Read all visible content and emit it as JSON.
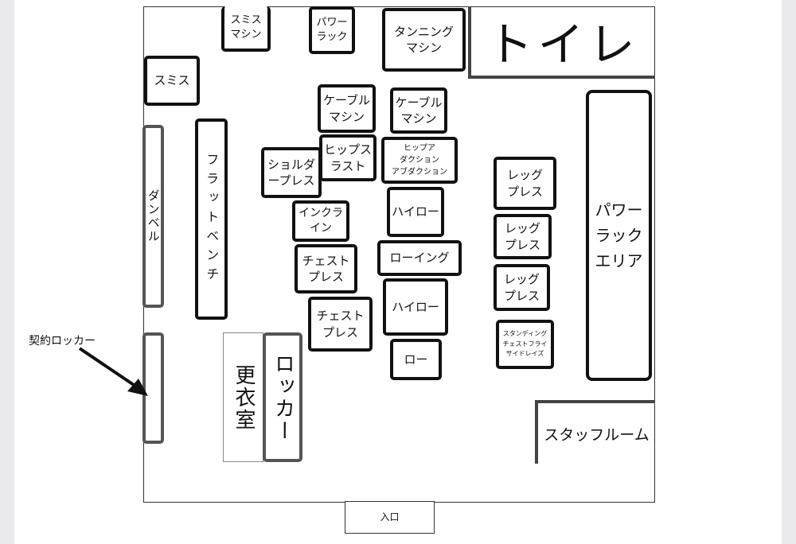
{
  "floor_plan": {
    "rooms": {
      "toilet": "トイレ",
      "staff_room": "スタッフルーム",
      "changing_room": "更衣室",
      "locker": "ロッカー",
      "entrance": "入口"
    },
    "equipment": {
      "smith_machine_top": "スミス\nマシン",
      "power_rack_top": "パワー\nラック",
      "tanning_machine": "タンニング\nマシン",
      "smith": "スミス",
      "dumbbell": "ダンベル",
      "flat_bench": "フラットベンチ",
      "cable_machine_1": "ケーブル\nマシン",
      "cable_machine_2": "ケーブル\nマシン",
      "shoulder_press": "ショルダ\nープレス",
      "hip_thrust": "ヒップス\nラスト",
      "hip_adduction": "ヒップア\nダクション\nアブダクション",
      "incline": "インクラ\nイン",
      "high_row_1": "ハイロー",
      "chest_press_1": "チェスト\nプレス",
      "rowing": "ローイング",
      "chest_press_2": "チェスト\nプレス",
      "high_row_2": "ハイロー",
      "low_row": "ロー",
      "leg_press_1": "レッグ\nプレス",
      "leg_press_2": "レッグ\nプレス",
      "leg_press_3": "レッグ\nプレス",
      "standing_chest_fly": "スタンディング\nチェストフライ\nサイドレイズ",
      "power_rack_area": "パワー\nラック\nエリア"
    },
    "annotation": {
      "contract_locker": "契約ロッカー"
    }
  }
}
